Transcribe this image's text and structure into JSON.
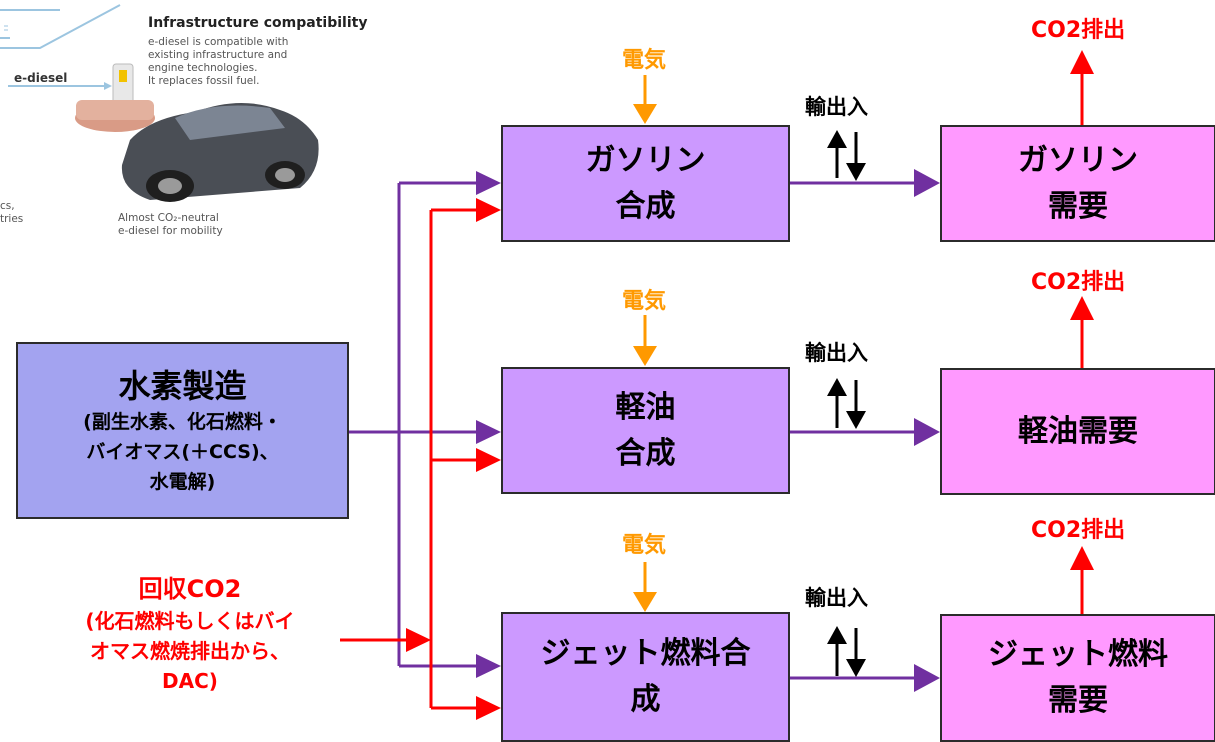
{
  "photo": {
    "title": "Infrastructure compatibility",
    "desc_lines": [
      "e-diesel is compatible with",
      "existing infrastructure and",
      "engine technologies.",
      "It replaces fossil fuel."
    ],
    "e_diesel_label": "e-diesel",
    "caption_lines": [
      "Almost CO₂-neutral",
      "e-diesel for mobility"
    ],
    "fragment_lines": [
      "cs,",
      "tries"
    ]
  },
  "hydrogen": {
    "title": "水素製造",
    "lines": [
      "(副生水素、化石燃料・",
      "バイオマス(＋CCS)、",
      "水電解)"
    ]
  },
  "co2_source": {
    "title": "回収CO2",
    "lines": [
      "(化石燃料もしくはバイ",
      "オマス燃焼排出から、",
      "DAC)"
    ]
  },
  "rows": [
    {
      "electricity": "電気",
      "synthesis": [
        "ガソリン",
        "合成"
      ],
      "trade": "輸出入",
      "demand": [
        "ガソリン",
        "需要"
      ],
      "emission": "CO2排出"
    },
    {
      "electricity": "電気",
      "synthesis": [
        "軽油",
        "合成"
      ],
      "trade": "輸出入",
      "demand": [
        "軽油需要"
      ],
      "emission": "CO2排出"
    },
    {
      "electricity": "電気",
      "synthesis": [
        "ジェット燃料合",
        "成"
      ],
      "trade": "輸出入",
      "demand": [
        "ジェット燃料",
        "需要"
      ],
      "emission": "CO2排出"
    }
  ],
  "colors": {
    "hydrogen_line": "#7030a0",
    "co2_line": "#ff0000",
    "electricity": "#ff9900",
    "synthesis_box": "#cc99ff",
    "demand_box": "#ff99ff",
    "hydrogen_box": "#a3a3f0"
  }
}
